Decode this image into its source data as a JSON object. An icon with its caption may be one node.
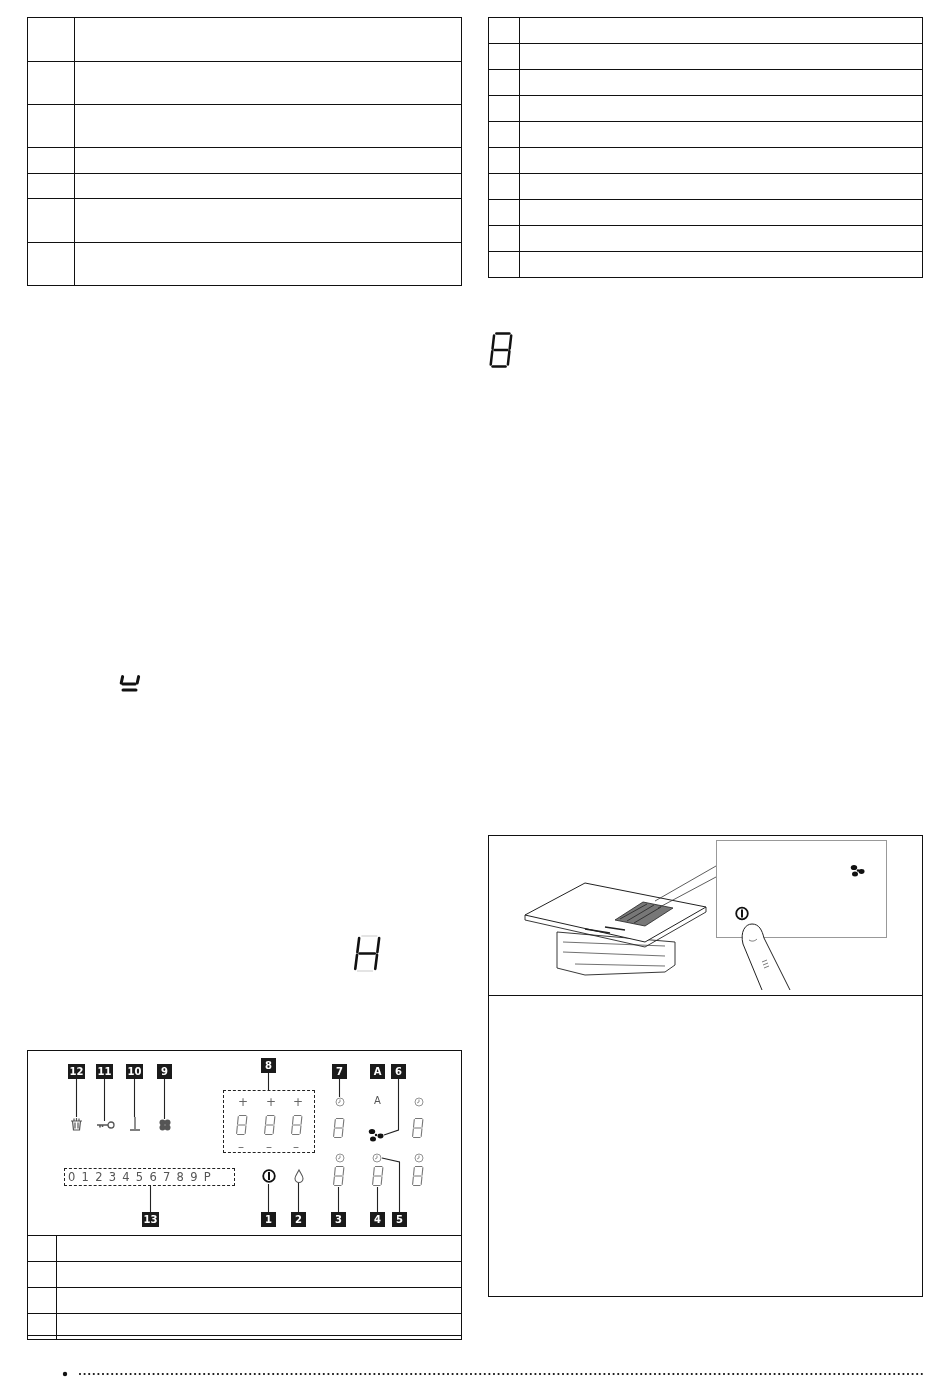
{
  "diagram": {
    "nodes": [
      {
        "text": [
          "12"
        ]
      },
      {
        "text": [
          "11"
        ]
      },
      {
        "text": [
          "10"
        ]
      },
      {
        "text": [
          "9"
        ]
      },
      {
        "text": [
          "8"
        ]
      },
      {
        "text": [
          "7"
        ]
      },
      {
        "text": [
          "6"
        ]
      },
      {
        "text": [],
        "shape": "icon"
      },
      {
        "text": [],
        "shape": "icon"
      },
      {
        "text": [],
        "shape": "icon"
      },
      {
        "text": [],
        "shape": "icon"
      },
      {
        "text": [
          "+",
          "+",
          "+",
          "–",
          "–",
          "–"
        ]
      },
      {
        "text": [],
        "shape": "icon"
      },
      {
        "text": [],
        "shape": "icon"
      },
      {
        "text": [
          "0 1 2 3 4 5 6 7 8 9 P"
        ]
      },
      {
        "text": [],
        "shape": "icon"
      },
      {
        "text": [],
        "shape": "icon"
      },
      {
        "text": [],
        "shape": "icon"
      },
      {
        "text": [],
        "shape": "icon"
      },
      {
        "text": [],
        "shape": "icon"
      },
      {
        "text": [
          "13"
        ]
      },
      {
        "text": [
          "1"
        ]
      },
      {
        "text": [
          "2"
        ]
      },
      {
        "text": [
          "3"
        ]
      },
      {
        "text": [
          "4"
        ]
      },
      {
        "text": [
          "5"
        ]
      },
      {
        "text": [
          "A"
        ]
      }
    ],
    "edges": [
      {
        "from": 0,
        "to": 7,
        "arrow": "none"
      },
      {
        "from": 1,
        "to": 8,
        "arrow": "none"
      },
      {
        "from": 2,
        "to": 9,
        "arrow": "none"
      },
      {
        "from": 3,
        "to": 10,
        "arrow": "none"
      },
      {
        "from": 4,
        "to": 11,
        "arrow": "none"
      },
      {
        "from": 5,
        "to": 12,
        "arrow": "none"
      },
      {
        "from": 6,
        "to": 13,
        "arrow": "none"
      },
      {
        "from": 20,
        "to": 14,
        "arrow": "none"
      },
      {
        "from": 21,
        "to": 15,
        "arrow": "none"
      },
      {
        "from": 22,
        "to": 16,
        "arrow": "none"
      },
      {
        "from": 23,
        "to": 17,
        "arrow": "none"
      },
      {
        "from": 24,
        "to": 18,
        "arrow": "none"
      },
      {
        "from": 25,
        "to": 19,
        "arrow": "none"
      }
    ],
    "labels": [
      "A"
    ]
  }
}
